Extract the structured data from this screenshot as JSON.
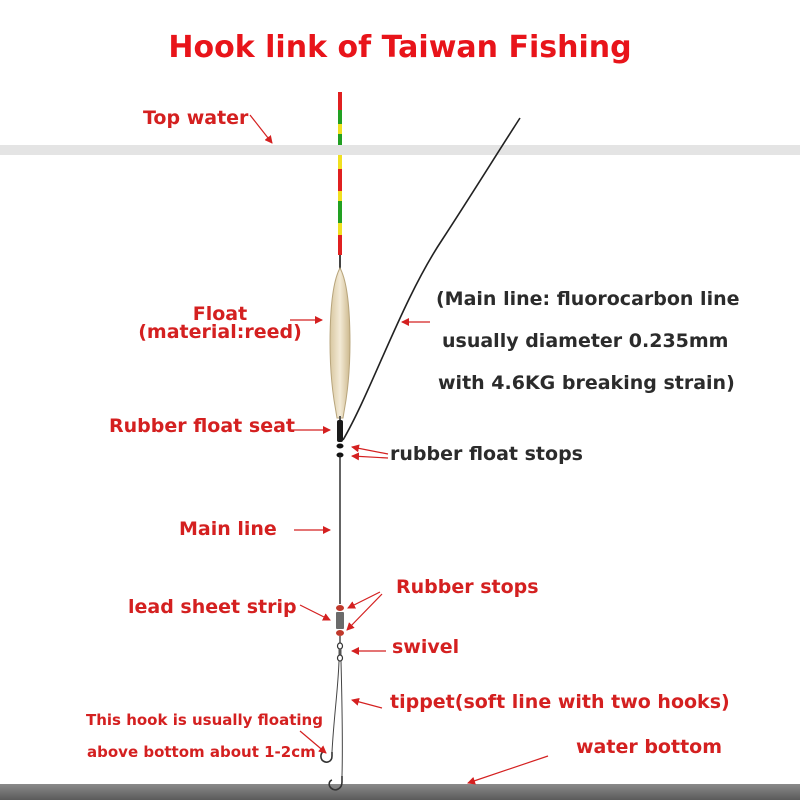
{
  "title": "Hook link of Taiwan Fishing",
  "labels": {
    "top_water": "Top water",
    "float_line1": "Float",
    "float_line2": "(material:reed)",
    "main_line_info_1": "(Main line: fluorocarbon line",
    "main_line_info_2": "usually diameter 0.235mm",
    "main_line_info_3": "with 4.6KG breaking strain)",
    "rubber_float_seat": "Rubber float seat",
    "rubber_float_stops": "rubber float stops",
    "main_line": "Main line",
    "rubber_stops": "Rubber stops",
    "lead_sheet_strip": "lead  sheet strip",
    "swivel": "swivel",
    "tippet": "tippet(soft line with two hooks)",
    "hook_note_1": "This hook is usually floating",
    "hook_note_2": "above bottom about 1-2cm",
    "water_bottom": "water bottom"
  },
  "colors": {
    "title": "#e8141a",
    "label_red": "#d42020",
    "label_dark": "#2b2b2b",
    "arrow": "#d42020",
    "float_body": "#e9dcc0",
    "antenna_red": "#e02020",
    "antenna_green": "#22a022",
    "antenna_yellow": "#f0e020"
  }
}
